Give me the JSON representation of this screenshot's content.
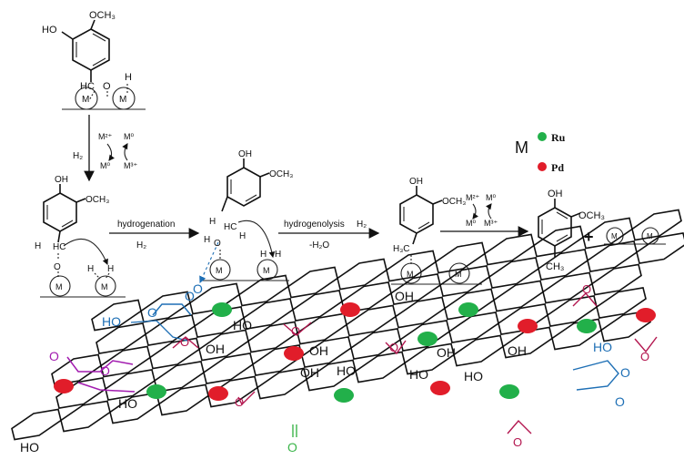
{
  "legend": {
    "metal_symbol": "M",
    "ru_label": "Ru",
    "pd_label": "Pd",
    "ru_color": "#22b04a",
    "pd_color": "#e11d2a"
  },
  "labels": {
    "M": "M",
    "H": "H",
    "H2": "H₂",
    "HO": "HO",
    "OH": "OH",
    "OCH3": "OCH₃",
    "HC": "HC",
    "O": "O",
    "CH3": "CH₃",
    "H3C": "H₃C",
    "M2plus": "M²⁺",
    "M0": "M⁰",
    "M3plus": "M³⁺",
    "hydrogenation": "hydrogenation",
    "hydrogenolysis": "hydrogenolysis",
    "minus_h2o": "-H₂O",
    "plus": "+"
  },
  "colors": {
    "carboxyl": "#1e6fb5",
    "epoxide": "#b3164f",
    "anhydride": "#a21caf",
    "carbonyl": "#3bb54a",
    "bond": "#111111"
  }
}
